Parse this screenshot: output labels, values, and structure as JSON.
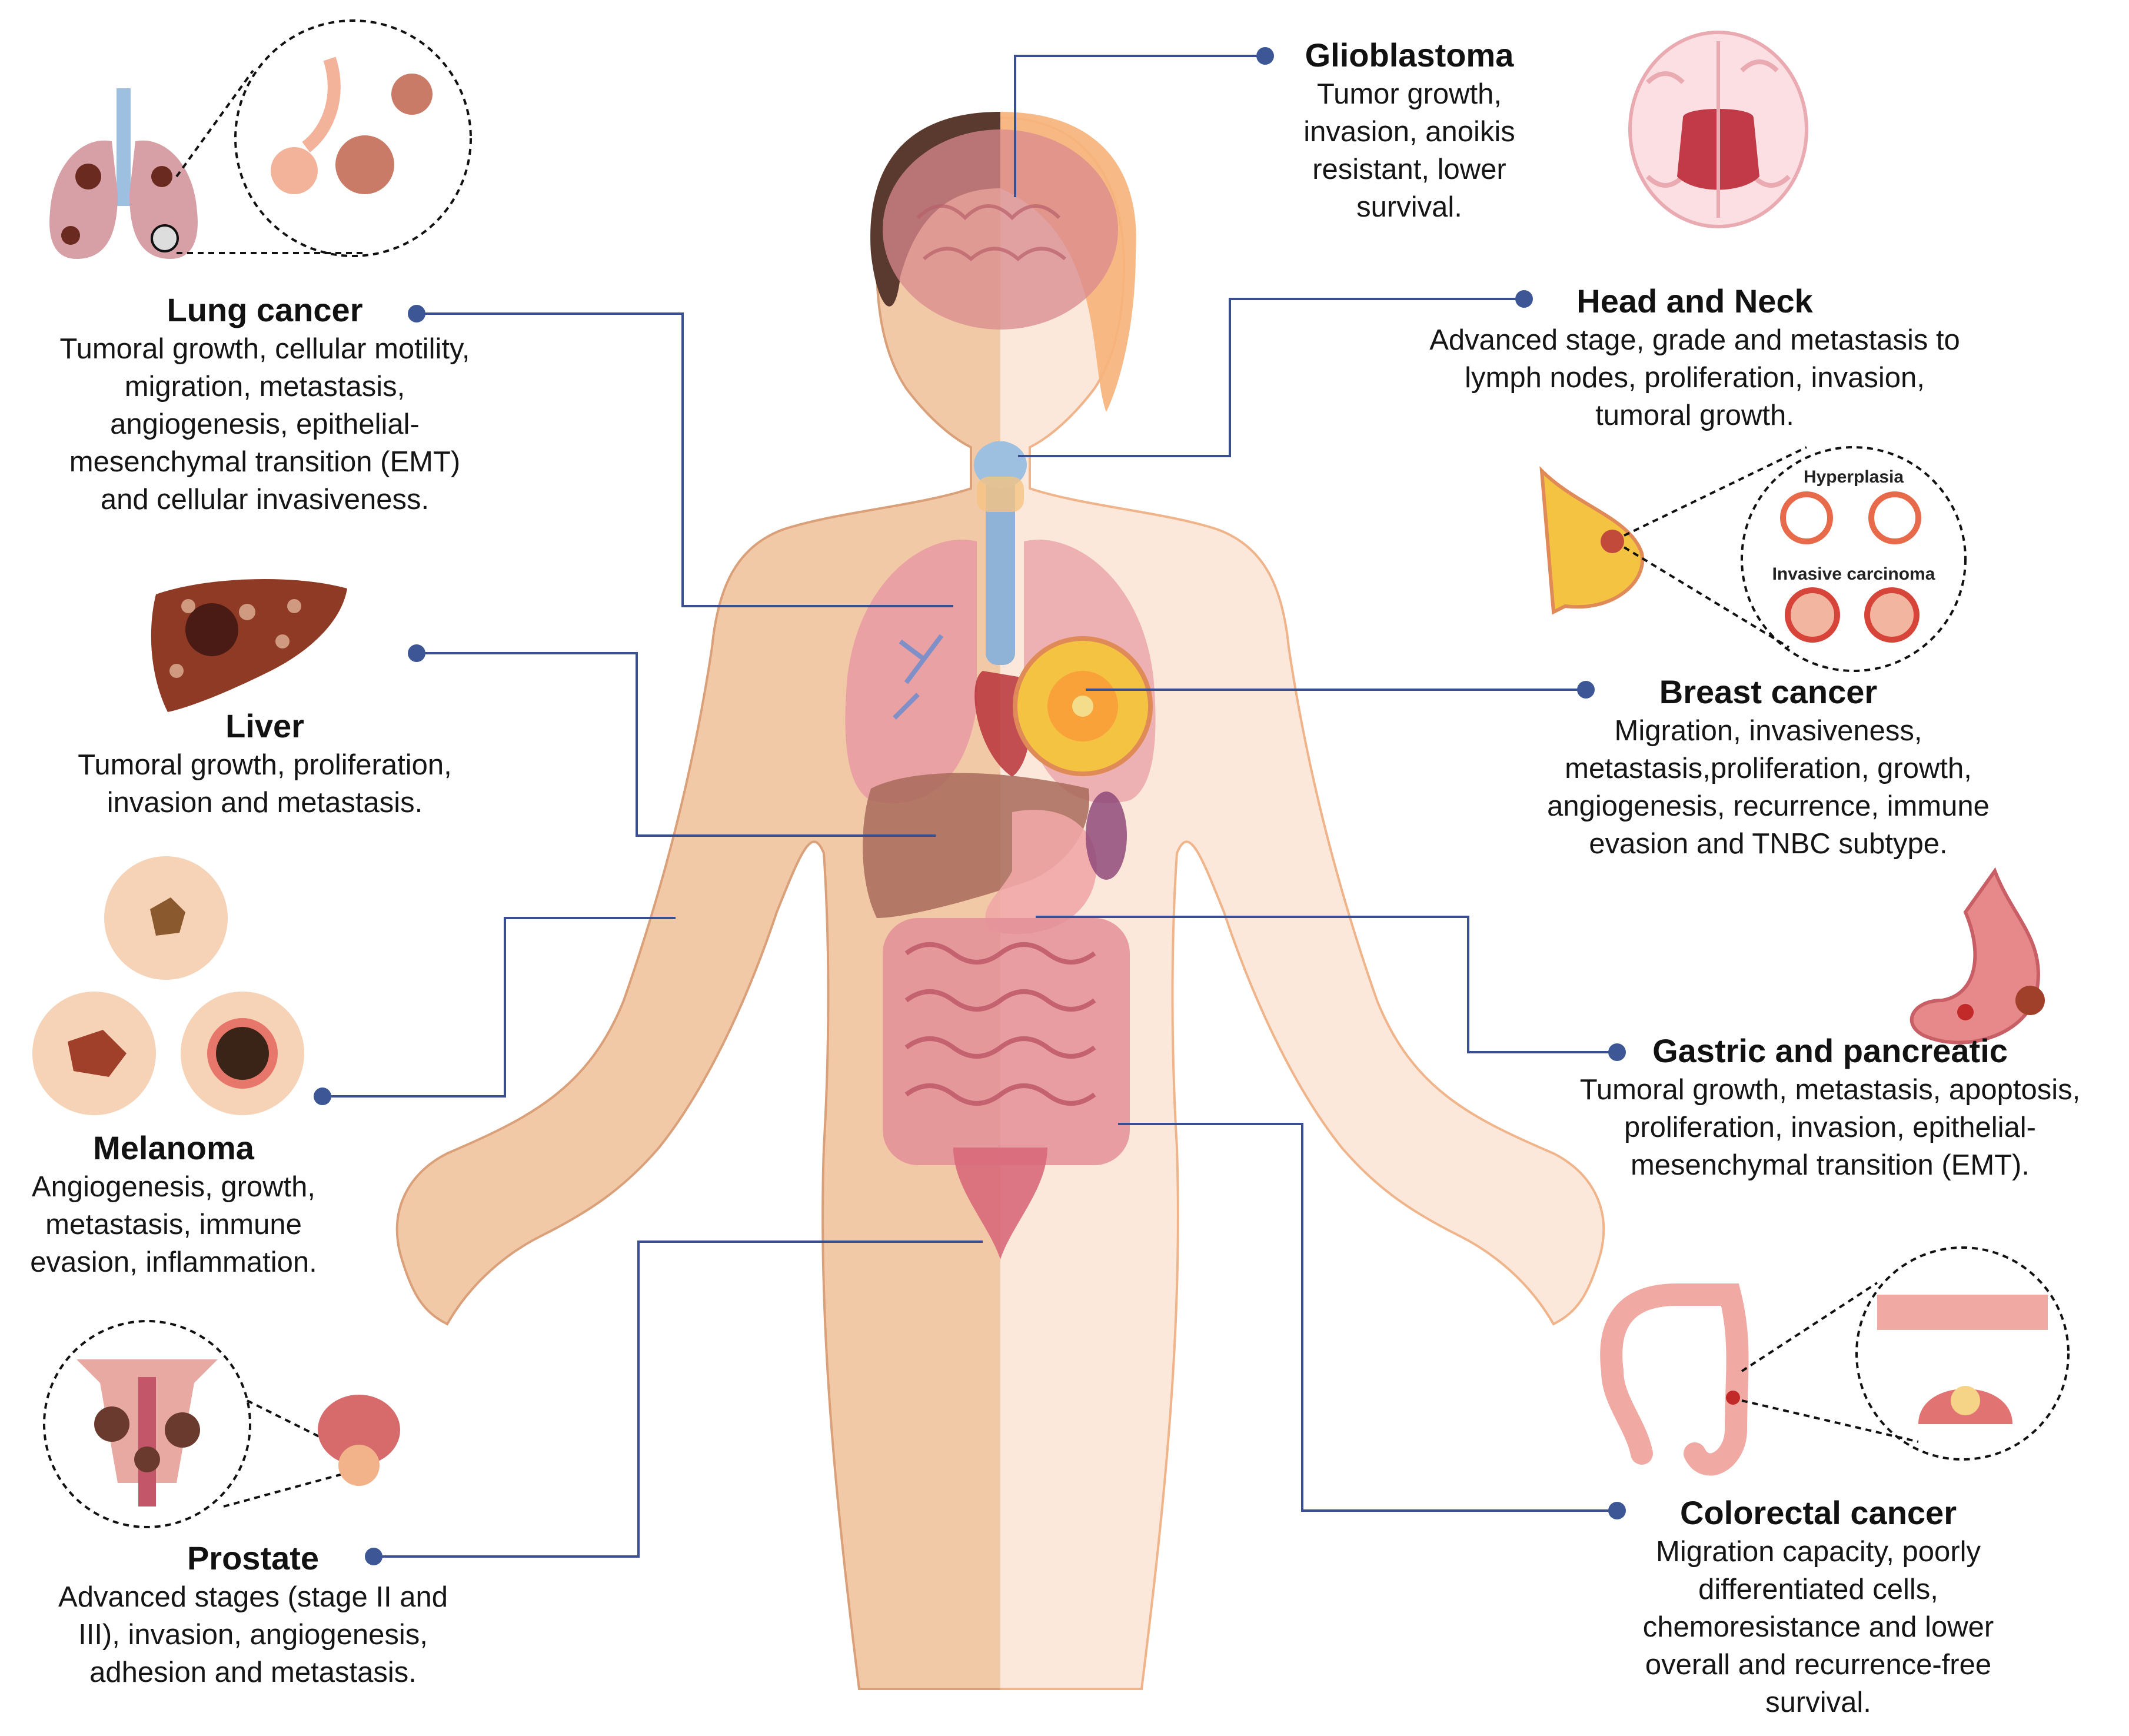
{
  "labels": {
    "glioblastoma": {
      "title": "Glioblastoma",
      "desc": "Tumor growth,\ninvasion, anoikis\nresistant, lower\nsurvival."
    },
    "head_neck": {
      "title": "Head and Neck",
      "desc": "Advanced stage, grade and metastasis to\nlymph nodes, proliferation, invasion,\ntumoral growth."
    },
    "breast": {
      "title": "Breast cancer",
      "desc": "Migration, invasiveness,\nmetastasis,proliferation, growth,\nangiogenesis, recurrence, immune\nevasion and TNBC subtype."
    },
    "gastric": {
      "title": "Gastric and pancreatic",
      "desc": "Tumoral growth, metastasis, apoptosis,\nproliferation, invasion, epithelial-\nmesenchymal transition (EMT)."
    },
    "colorectal": {
      "title": "Colorectal cancer",
      "desc": "Migration capacity, poorly\ndifferentiated cells,\nchemoresistance and lower\noverall and recurrence-free\nsurvival."
    },
    "lung": {
      "title": "Lung cancer",
      "desc": "Tumoral growth, cellular motility,\nmigration, metastasis,\nangiogenesis, epithelial-\nmesenchymal transition (EMT)\nand cellular invasiveness."
    },
    "liver": {
      "title": "Liver",
      "desc": "Tumoral growth, proliferation,\ninvasion and metastasis."
    },
    "melanoma": {
      "title": "Melanoma",
      "desc": "Angiogenesis, growth,\nmetastasis, immune\nevasion, inflammation."
    },
    "prostate": {
      "title": "Prostate",
      "desc": "Advanced stages (stage II and\nIII), invasion, angiogenesis,\nadhesion and metastasis."
    }
  },
  "inset_labels": {
    "hyperplasia": "Hyperplasia",
    "invasive_carcinoma": "Invasive carcinoma"
  },
  "colors": {
    "connector": "#3a4f8f",
    "dot": "#3d5796",
    "skin_left": "#f2c9a7",
    "skin_right": "#fce8da",
    "hair": "#5a3a2e",
    "hair_right": "#f6b27a",
    "organ_pink": "#e79aa3",
    "tumor": "#6b2a1f"
  }
}
